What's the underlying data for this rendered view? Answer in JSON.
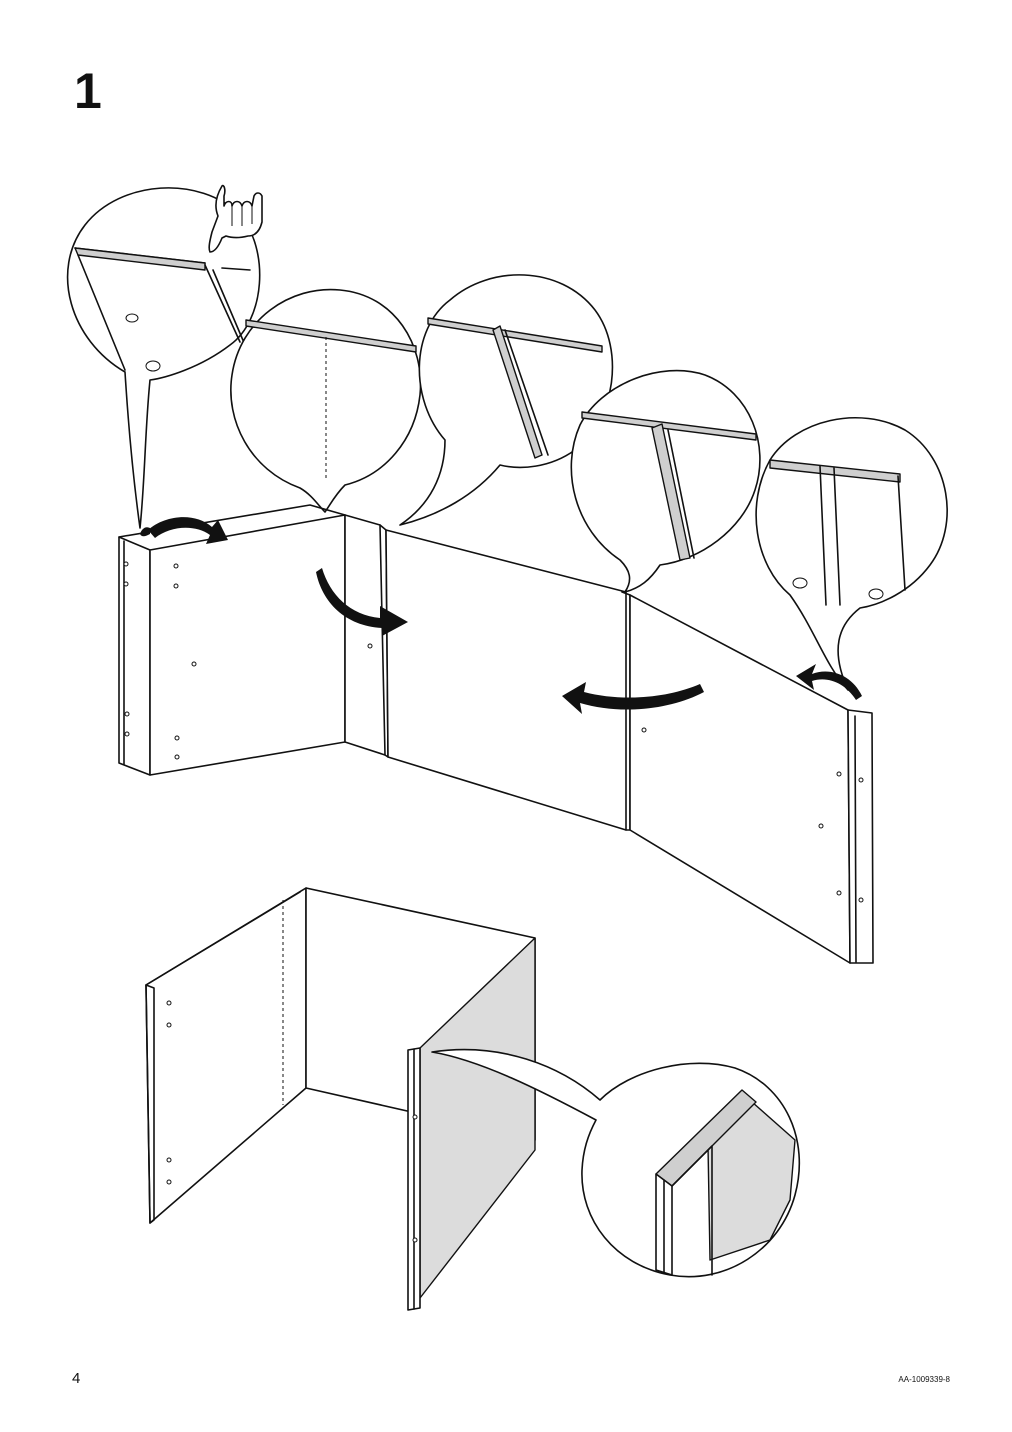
{
  "step": {
    "number": "1"
  },
  "footer": {
    "page_number": "4",
    "document_id": "AA-1009339-8"
  },
  "icons": {
    "pointing_hand": "pointing-hand-icon",
    "rotate_arrow": "curved-arrow-icon"
  },
  "colors": {
    "line": "#111111",
    "back_panel_shade": "#d9d9d9",
    "edge_highlight": "#cfcfcf"
  }
}
